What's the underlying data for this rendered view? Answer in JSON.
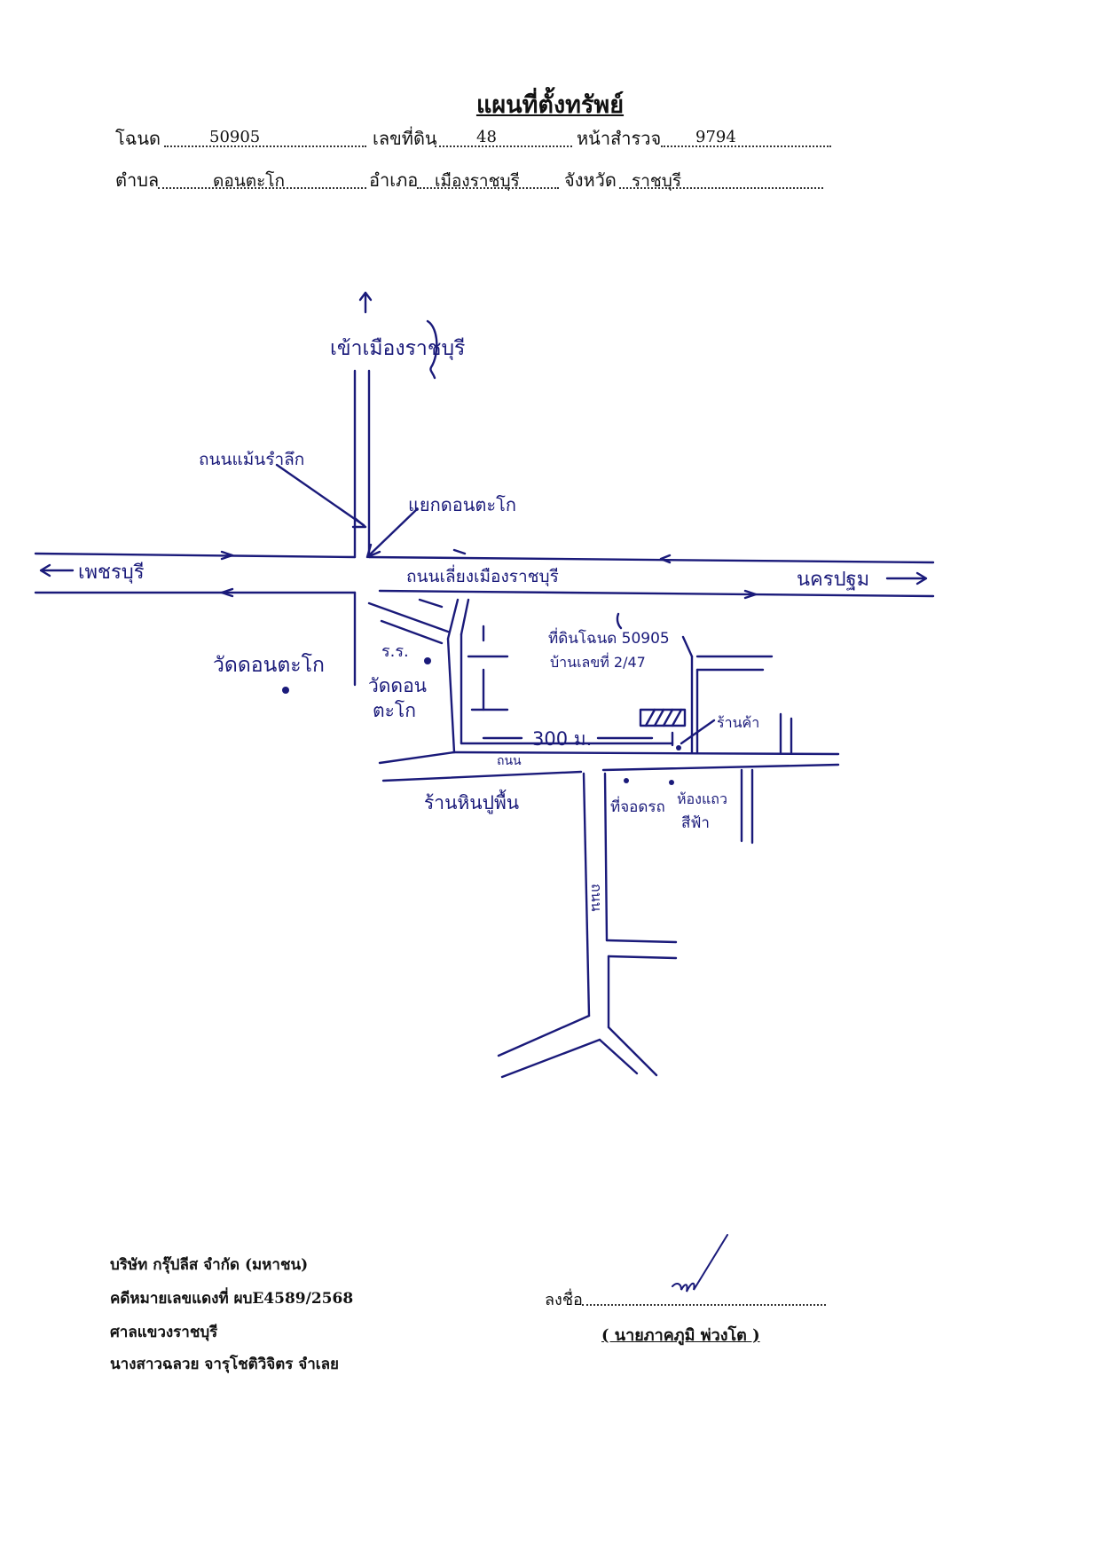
{
  "title": "แผนที่ตั้งทรัพย์",
  "fields": {
    "row1": {
      "deed_label": "โฉนด",
      "deed_value": "50905",
      "land_no_label": "เลขที่ดิน",
      "land_no_value": "48",
      "survey_label": "หน้าสำรวจ",
      "survey_value": "9794"
    },
    "row2": {
      "subdistrict_label": "ตำบล",
      "subdistrict_value": "ดอนตะโก",
      "district_label": "อำเภอ",
      "district_value": "เมืองราชบุรี",
      "province_label": "จังหวัด",
      "province_value": "ราชบุรี"
    }
  },
  "map": {
    "ink_color": "#1a1a7a",
    "labels": {
      "north_road": "เข้าเมืองราชบุรี",
      "road_name": "ถนนแม้นรำลึก",
      "junction": "แยกดอนตะโก",
      "west": "เพชรบุรี",
      "main_road": "ถนนเลี่ยงเมืองราชบุรี",
      "east": "นครปฐม",
      "temple": "วัดดอนตะโก",
      "school_1": "ร.ร.",
      "school_2": "วัดดอน",
      "school_3": "ตะโก",
      "property_1": "ที่ดินโฉนด 50905",
      "property_2": "บ้านเลขที่ 2/47",
      "distance": "300 ม.",
      "shop": "ร้านค้า",
      "road_small": "ถนน",
      "shop_phone": "ร้านหินปูพื้น",
      "parking": "ที่จอดรถ",
      "toilet_1": "ห้องแถว",
      "toilet_2": "สีฟ้า",
      "road_vertical": "ถนน"
    }
  },
  "footer": {
    "company": "บริษัท กรุ๊ปลีส จำกัด (มหาชน)",
    "case": "คดีหมายเลขแดงที่ ผบE4589/2568",
    "court": "ศาลแขวงราชบุรี",
    "defendant": "นางสาวฉลวย  จารุโชติวิจิตร จำเลย",
    "sign_label": "ลงชื่อ",
    "signer": "( นายภาคภูมิ พ่วงโต )"
  }
}
